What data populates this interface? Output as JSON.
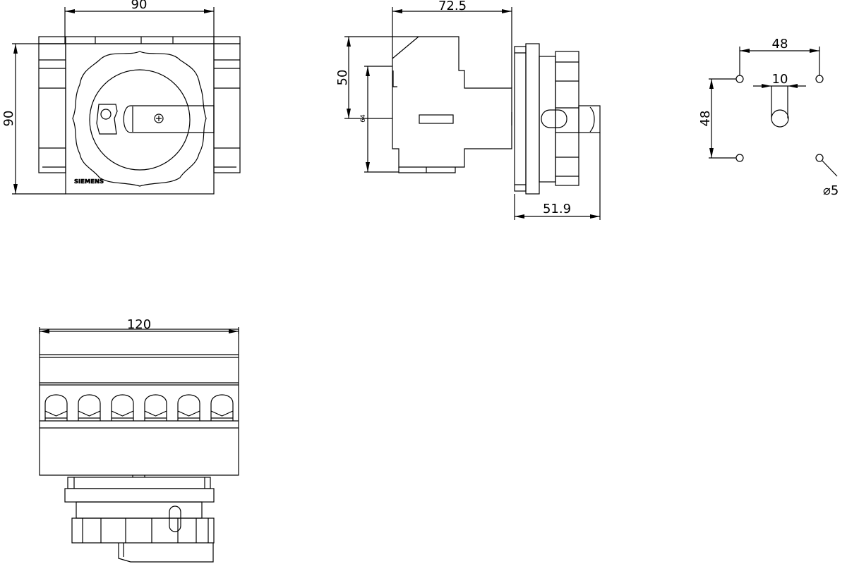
{
  "brand_mark": "SIEMENS",
  "front_view": {
    "width_label": "90",
    "height_label": "90"
  },
  "side_view": {
    "depth_label": "72.5",
    "height_label": "50",
    "center_label": "64",
    "knob_depth_label": "51.9"
  },
  "drilling": {
    "hole_spacing_x_label": "48",
    "hole_spacing_y_label": "48",
    "slot_width_label": "10",
    "hole_diameter_label": "⌀5"
  },
  "bottom_view": {
    "width_label": "120"
  },
  "colors": {
    "line": "#000000",
    "background": "#ffffff"
  }
}
